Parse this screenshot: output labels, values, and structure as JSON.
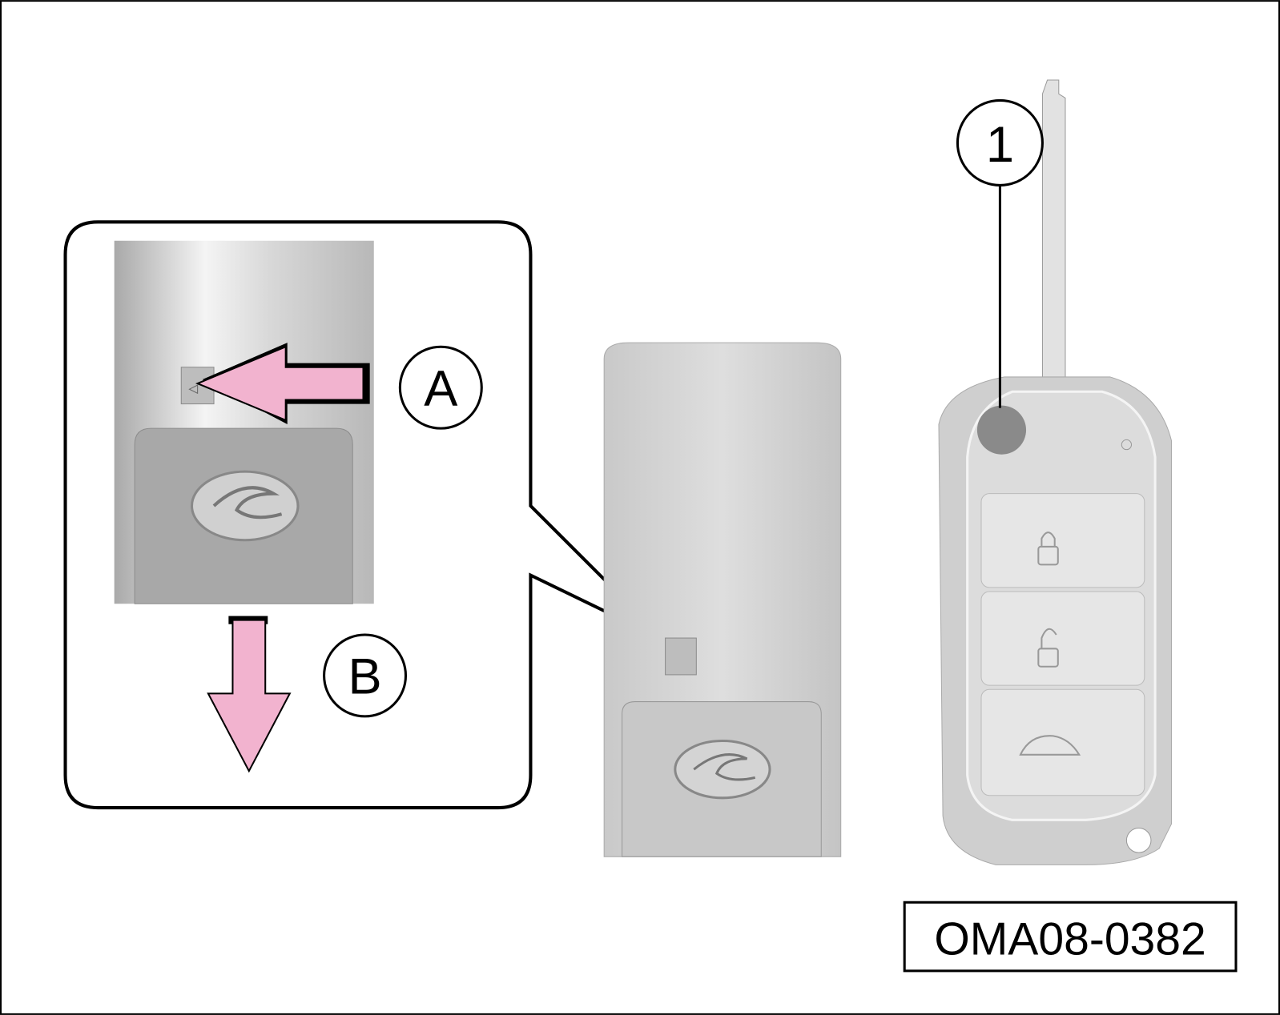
{
  "figure_code": "OMA08-0382",
  "callouts": {
    "a": "A",
    "b": "B",
    "one": "1"
  },
  "colors": {
    "arrow_fill": "#f2b3cf",
    "key_gray": "#c8c8c8",
    "button_dark": "#8a8a8a"
  }
}
